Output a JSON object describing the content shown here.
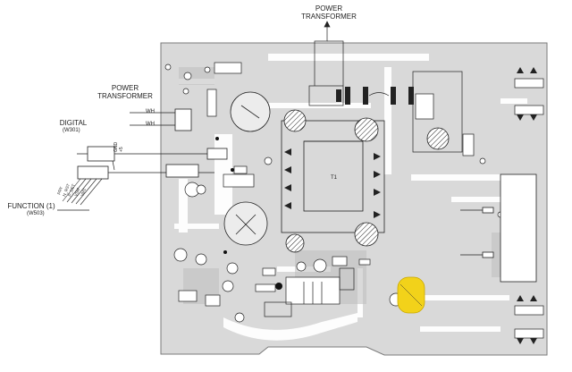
{
  "labels": {
    "power_transformer_top": "POWER\nTRANSFORMER",
    "power_transformer_left": "POWER\nTRANSFORMER",
    "digital": "DIGITAL",
    "digital_ref": "(W301)",
    "function": "FUNCTION (1)",
    "function_ref": "(W503)",
    "wire_wh_1": "WH",
    "wire_wh_2": "WH"
  },
  "connector_pins": {
    "digital": [
      "GND",
      "+5"
    ],
    "function": [
      "PRY",
      "N_RST",
      "P_DET",
      "VSM",
      "VM1"
    ]
  },
  "colors": {
    "board": "#d9d9d9",
    "board_edge": "#9a9a9a",
    "trace": "#ffffff",
    "ink": "#222222",
    "highlight": "#f2d21a"
  }
}
